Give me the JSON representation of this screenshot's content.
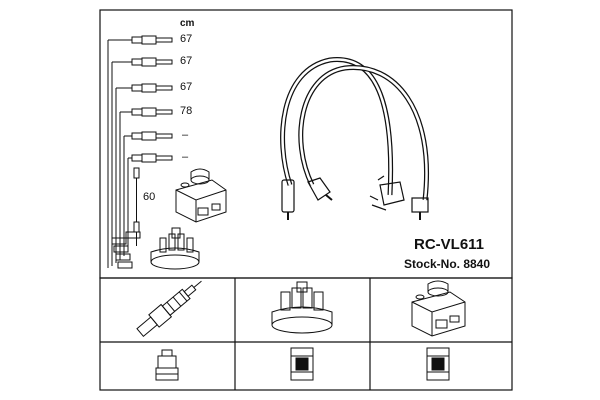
{
  "product": {
    "model": "RC-VL611",
    "stock": "Stock-No. 8840"
  },
  "lengths": {
    "unit": "cm",
    "rows": [
      "67",
      "67",
      "67",
      "78",
      "–",
      "–"
    ],
    "coil_lead": "60"
  },
  "icons": {
    "main_coil": "ignition-coil-icon",
    "main_cap": "distributor-cap-icon",
    "cell_plug": "spark-plug-icon",
    "cell_cap": "distributor-cap-icon",
    "cell_coil": "ignition-coil-icon",
    "end_plug": "plug-boot-connector-icon",
    "end_cap": "distributor-terminal-icon",
    "end_coil": "coil-terminal-icon"
  }
}
